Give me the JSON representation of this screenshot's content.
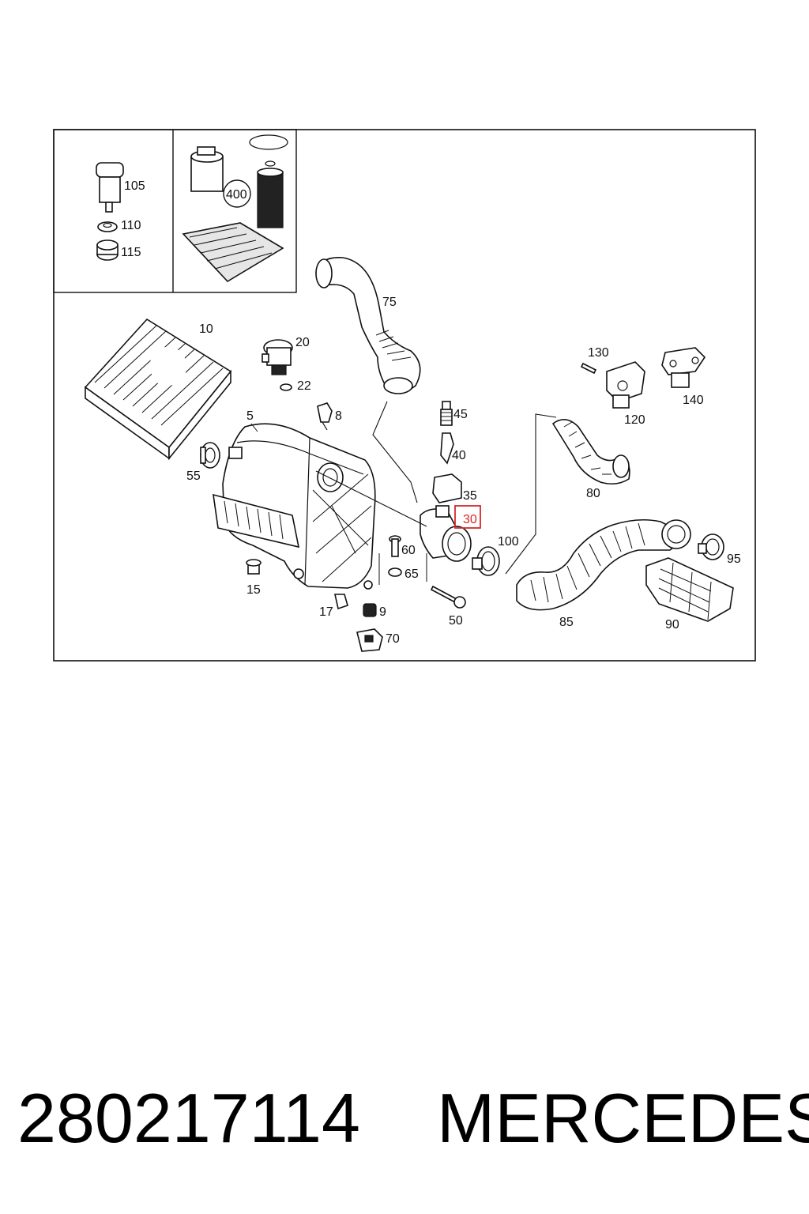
{
  "diagram": {
    "labels": {
      "p105": "105",
      "p110": "110",
      "p115": "115",
      "p400": "400",
      "p75": "75",
      "p10": "10",
      "p20": "20",
      "p22": "22",
      "p5": "5",
      "p8": "8",
      "p55": "55",
      "p45": "45",
      "p40": "40",
      "p35": "35",
      "p30": "30",
      "p130": "130",
      "p140": "140",
      "p120": "120",
      "p80": "80",
      "p100": "100",
      "p95": "95",
      "p60": "60",
      "p65": "65",
      "p15": "15",
      "p17": "17",
      "p9": "9",
      "p70": "70",
      "p50": "50",
      "p85": "85",
      "p90": "90"
    },
    "highlight_color": "#d62828"
  },
  "footer": {
    "part_number": "280217114",
    "brand": "MERCEDES"
  }
}
